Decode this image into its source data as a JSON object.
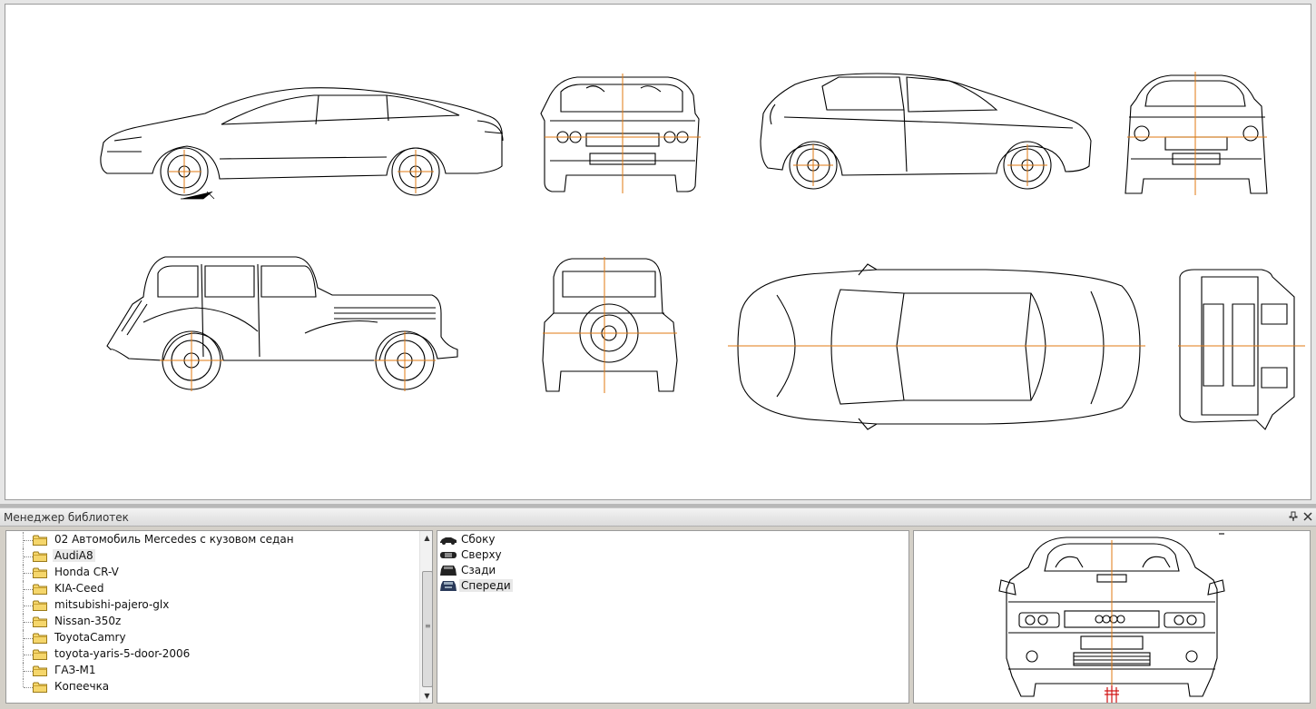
{
  "library_manager": {
    "title": "Менеджер библиотек",
    "pin_icon": "pin-icon",
    "close_icon": "close-icon"
  },
  "tree": {
    "items": [
      {
        "label": "02 Автомобиль Mercedes с кузовом седан",
        "selected": false
      },
      {
        "label": "AudiA8",
        "selected": true
      },
      {
        "label": "Honda CR-V",
        "selected": false
      },
      {
        "label": "KIA-Ceed",
        "selected": false
      },
      {
        "label": "mitsubishi-pajero-glx",
        "selected": false
      },
      {
        "label": "Nissan-350z",
        "selected": false
      },
      {
        "label": "ToyotaCamry",
        "selected": false
      },
      {
        "label": "toyota-yaris-5-door-2006",
        "selected": false
      },
      {
        "label": "ГАЗ-М1",
        "selected": false
      },
      {
        "label": "Копеечка",
        "selected": false
      }
    ]
  },
  "views": {
    "items": [
      {
        "label": "Сбоку",
        "icon": "car-side-icon",
        "selected": false
      },
      {
        "label": "Сверху",
        "icon": "car-top-icon",
        "selected": false
      },
      {
        "label": "Сзади",
        "icon": "car-rear-icon",
        "selected": false
      },
      {
        "label": "Спереди",
        "icon": "car-front-icon",
        "selected": true
      }
    ]
  },
  "colors": {
    "centerline": "#e07a10",
    "drawing_line": "#000000",
    "preview_marker": "#d01010"
  }
}
